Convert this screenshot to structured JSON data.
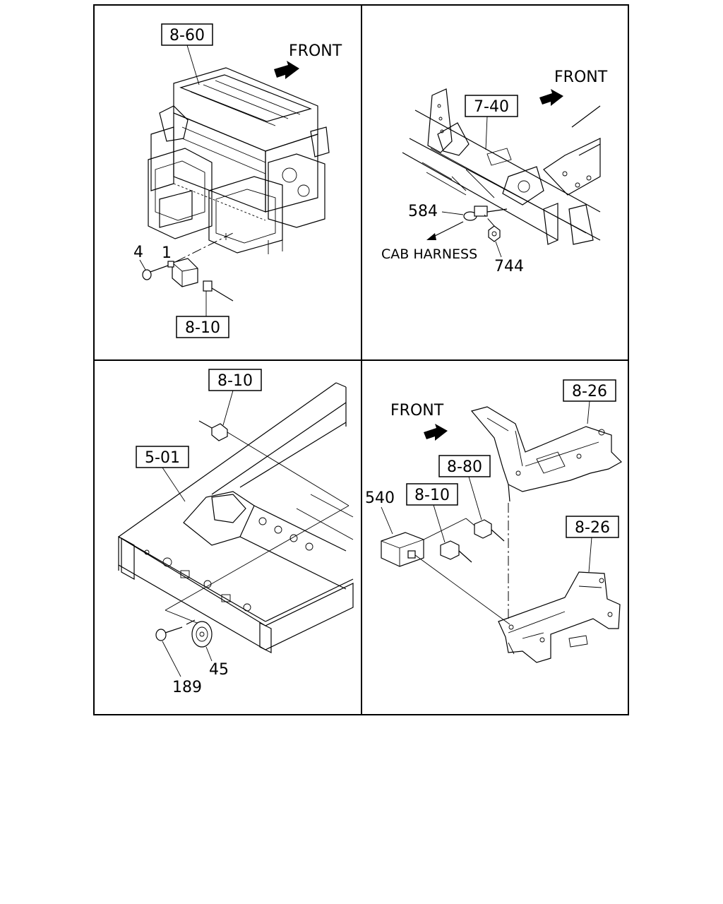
{
  "panels": {
    "top_left": {
      "ref_main": "8-60",
      "ref_sub": "8-10",
      "direction": "FRONT",
      "callouts": {
        "part_1": "1",
        "part_4": "4"
      }
    },
    "top_right": {
      "ref_main": "7-40",
      "direction": "FRONT",
      "harness_label": "CAB HARNESS",
      "callouts": {
        "part_584": "584",
        "part_744": "744"
      }
    },
    "bottom_left": {
      "ref_frame": "5-01",
      "ref_sub": "8-10",
      "callouts": {
        "part_45": "45",
        "part_189": "189"
      }
    },
    "bottom_right": {
      "ref_upper": "8-26",
      "ref_lower": "8-26",
      "ref_switch": "8-80",
      "ref_sub": "8-10",
      "direction": "FRONT",
      "callouts": {
        "part_540": "540"
      }
    }
  },
  "icons": [
    "front-arrow-icon"
  ]
}
